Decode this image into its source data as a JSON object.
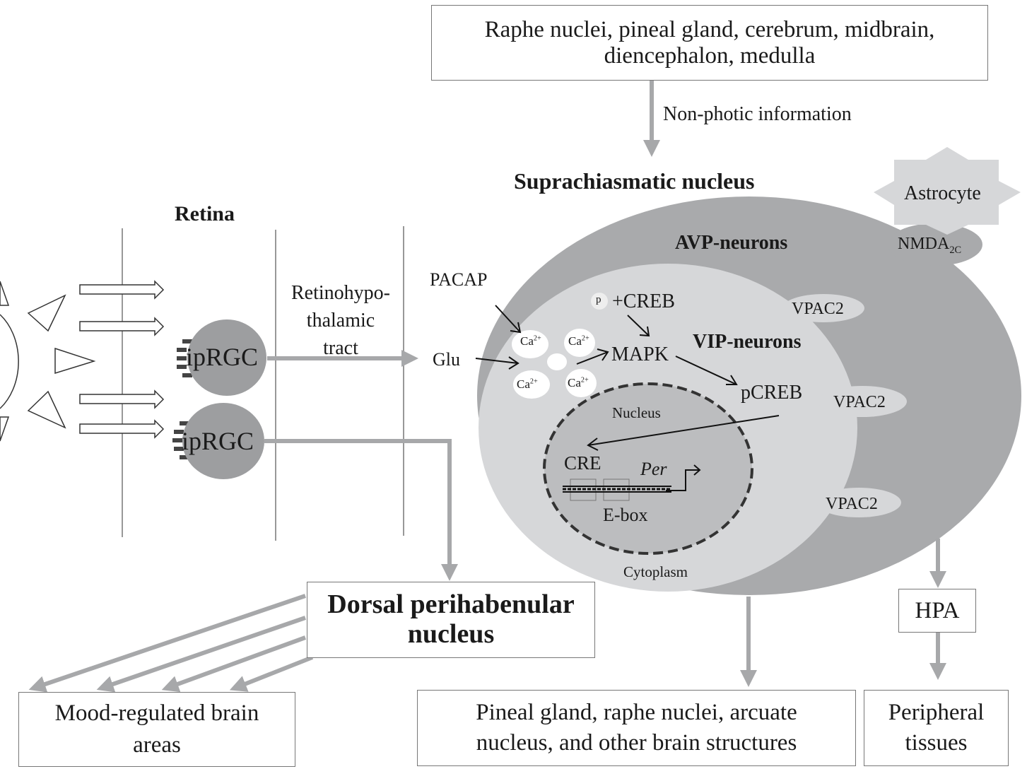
{
  "diagram": {
    "top_box": {
      "line1": "Raphe nuclei, pineal gland, cerebrum, midbrain,",
      "line2": "diencephalon, medulla"
    },
    "non_photic_label": "Non-photic information",
    "scn_title": "Suprachiasmatic nucleus",
    "retina_title": "Retina",
    "astrocyte": "Astrocyte",
    "nmda": {
      "base": "NMDA",
      "sub": "2C"
    },
    "avp_label": "AVP-neurons",
    "vip_label": "VIP-neurons",
    "rht_label": {
      "line1": "Retinohypo-",
      "line2": "thalamic",
      "line3": "tract"
    },
    "iprgc": [
      "ipRGC",
      "ipRGC"
    ],
    "pacap": "PACAP",
    "glu": "Glu",
    "calcium": {
      "base": "Ca",
      "sup": "2+"
    },
    "p_label": "p",
    "creb": "+CREB",
    "mapk": "MAPK",
    "pcreb": "pCREB",
    "vpac2": [
      "VPAC2",
      "VPAC2",
      "VPAC2"
    ],
    "nucleus_label": "Nucleus",
    "cre": "CRE",
    "per": "Per",
    "ebox": "E-box",
    "cytoplasm": "Cytoplasm",
    "dph_box": {
      "line1": "Dorsal perihabenular",
      "line2": "nucleus"
    },
    "mood_box": {
      "line1": "Mood-regulated brain",
      "line2": "areas"
    },
    "pineal_box": {
      "line1": "Pineal gland, raphe nuclei, arcuate",
      "line2": "nucleus, and other brain structures"
    },
    "hpa": "HPA",
    "peripheral_box": {
      "line1": "Peripheral",
      "line2": "tissues"
    },
    "colors": {
      "outer_cell": "#a9aaac",
      "vip_cell": "#d6d7d9",
      "nucleus": "#bcbdbf",
      "arrow_gray": "#a7a8aa",
      "iprgc": "#9d9ea0"
    }
  }
}
